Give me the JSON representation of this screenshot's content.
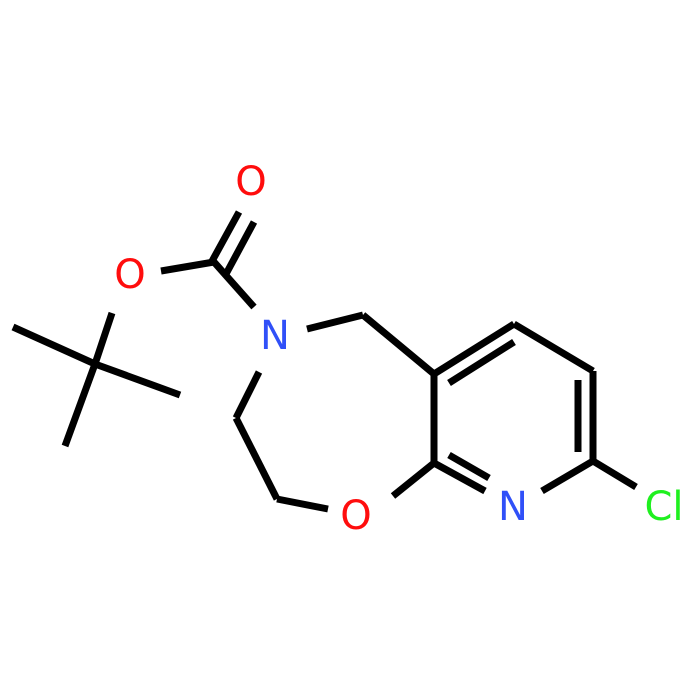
{
  "molecule": {
    "atoms": {
      "carbonyl_oxygen": {
        "label": "O",
        "color": "#ff0d0d"
      },
      "ester_oxygen": {
        "label": "O",
        "color": "#ff0d0d"
      },
      "ring_nitrogen": {
        "label": "N",
        "color": "#3050f8"
      },
      "ring_oxygen": {
        "label": "O",
        "color": "#ff0d0d"
      },
      "pyridine_nitrogen": {
        "label": "N",
        "color": "#3050f8"
      },
      "chlorine": {
        "label": "Cl",
        "color": "#1ff01f"
      }
    },
    "bond_color": "#000000"
  }
}
